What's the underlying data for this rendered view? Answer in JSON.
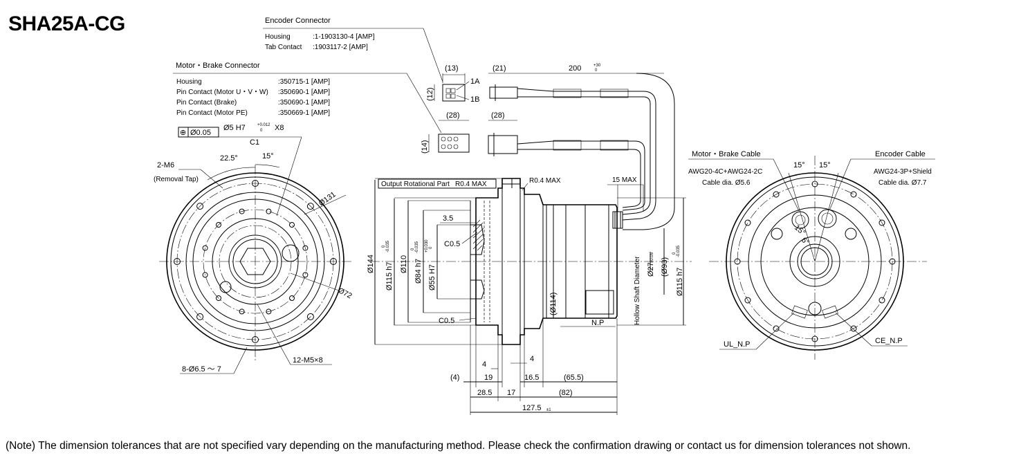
{
  "title": "SHA25A-CG",
  "note": "(Note) The dimension tolerances that are not specified vary depending on the manufacturing method. Please check the confirmation drawing or contact us for dimension tolerances not shown.",
  "encoder_connector": {
    "heading": "Encoder Connector",
    "rows": [
      {
        "label": "Housing",
        "value": ":1-1903130-4 [AMP]"
      },
      {
        "label": "Tab Contact",
        "value": ":1903117-2 [AMP]"
      }
    ]
  },
  "motor_brake_connector": {
    "heading": "Motor・Brake Connector",
    "rows": [
      {
        "label": "Housing",
        "value": ":350715-1 [AMP]"
      },
      {
        "label": "Pin Contact (Motor U・V・W)",
        "value": ":350690-1 [AMP]"
      },
      {
        "label": "Pin Contact (Brake)",
        "value": ":350690-1 [AMP]"
      },
      {
        "label": "Pin Contact (Motor PE)",
        "value": ":350669-1 [AMP]"
      }
    ]
  },
  "motor_brake_cable": {
    "heading": "Motor・Brake Cable",
    "spec": "AWG20-4C+AWG24-2C",
    "dia": "Cable dia. Ø5.6"
  },
  "encoder_cable": {
    "heading": "Encoder Cable",
    "spec": "AWG24-3P+Shield",
    "dia": "Cable dia. Ø7.7"
  },
  "left_view": {
    "tolerance_frame": {
      "symbol": "⊕",
      "value": "Ø0.05"
    },
    "pin_hole": "Ø5 H7",
    "pin_hole_tol": "+0.012",
    "pin_hole_tol2": "0",
    "pin_count": "X8",
    "datum": "C1",
    "tap": "2-M6",
    "tap_note": "(Removal Tap)",
    "angle1": "22.5°",
    "angle2": "15°",
    "pcd1": "Ø131",
    "pcd2": "Ø72",
    "holes": "8-Ø6.5 ～ 7",
    "screws": "12-M5×8"
  },
  "section_view": {
    "output_part": "Output Rotational Part",
    "r1": "R0.4 MAX",
    "r2": "R0.4 MAX",
    "d144": "Ø144",
    "d115": "Ø115 h7",
    "d115_tol": "0",
    "d115_tol2": "-0.035",
    "d110": "Ø110",
    "d84": "Ø84 h7",
    "d84_tol": "0",
    "d84_tol2": "-0.035",
    "d55": "Ø55 H7",
    "d55_tol": "+0.030",
    "d55_tol2": "0",
    "d35": "3.5",
    "c05a": "C0.5",
    "c05b": "C0.5",
    "d114": "(Ø114)",
    "np": "N.P",
    "max15": "15 MAX",
    "hollow": "Hollow Shaft Diameter",
    "d27": "Ø27",
    "d27_tol": "±0.05",
    "d93": "(Ø93)",
    "d115r": "Ø115 h7",
    "d115r_tol": "0",
    "d115r_tol2": "-0.035",
    "w4a": "4",
    "w4b": "4",
    "w4c": "(4)",
    "w19": "19",
    "w165": "16.5",
    "w655": "(65.5)",
    "w285": "28.5",
    "w17": "17",
    "w82": "(82)",
    "w1275": "127.5",
    "w1275_tol": "±1"
  },
  "connector_dims": {
    "d13": "(13)",
    "d12": "(12)",
    "d21": "(21)",
    "d200": "200",
    "d200_tol": "+30",
    "d200_tol2": "0",
    "d28a": "(28)",
    "d28b": "(28)",
    "d14": "(14)",
    "p1a": "1A",
    "p1b": "1B"
  },
  "right_view": {
    "angle1": "15°",
    "angle2": "15°",
    "r15": "15°",
    "r6": "6°",
    "ul": "UL_N.P",
    "ce": "CE_N.P"
  }
}
